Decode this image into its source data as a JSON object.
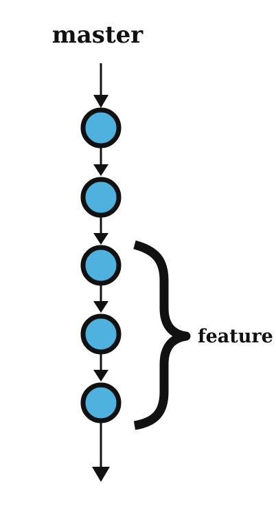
{
  "diagram": {
    "branch_label": "master",
    "feature_label": "feature",
    "colors": {
      "commit_fill": "#4fb1de",
      "stroke": "#111111",
      "background": "#ffffff"
    },
    "commits": [
      "commit-1",
      "commit-2",
      "commit-3",
      "commit-4",
      "commit-5"
    ],
    "feature_commits": [
      "commit-3",
      "commit-4",
      "commit-5"
    ]
  }
}
